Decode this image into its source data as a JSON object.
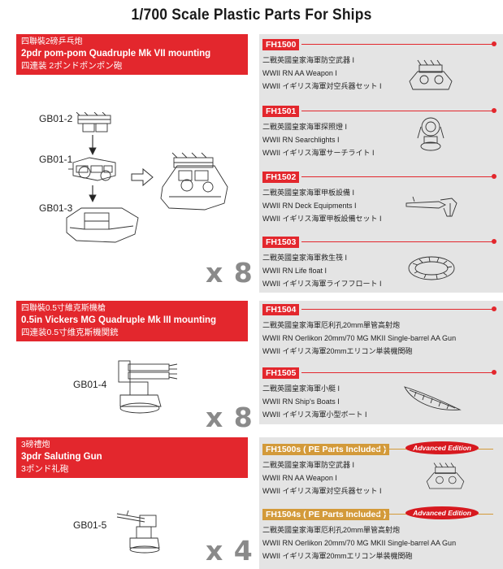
{
  "page": {
    "title": "1/700 Scale Plastic Parts For Ships"
  },
  "left_sections": [
    {
      "line1": "四聯裝2磅乒乓炮",
      "line2": "2pdr pom-pom Quadruple Mk VII mounting",
      "line3": "四連装 2ポンドポンポン砲",
      "parts": [
        "GB01-2",
        "GB01-1",
        "GB01-3"
      ],
      "multiplier": "x 8"
    },
    {
      "line1": "四聯裝0.5寸維克斯機槍",
      "line2": "0.5in Vickers MG Quadruple Mk III mounting",
      "line3": "四連装0.5寸维克斯機関銃",
      "parts": [
        "GB01-4"
      ],
      "multiplier": "x 8"
    },
    {
      "line1": "3磅禮炮",
      "line2": "3pdr Saluting Gun",
      "line3": "3ポンド礼砲",
      "parts": [
        "GB01-5"
      ],
      "multiplier": "x 4"
    }
  ],
  "products": [
    {
      "code": "FH1500",
      "cn": "二戰英國皇家海軍防空武器 I",
      "en": "WWII RN AA Weapon I",
      "jp": "WWII イギリス海軍対空兵器セット I",
      "icon": "aa-weapon-thumbnail"
    },
    {
      "code": "FH1501",
      "cn": "二戰英國皇家海軍探照燈 I",
      "en": "WWII RN Searchlights I",
      "jp": "WWII イギリス海軍サーチライト I",
      "icon": "searchlight-thumbnail"
    },
    {
      "code": "FH1502",
      "cn": "二戰英國皇家海軍甲板設備 I",
      "en": "WWII RN Deck Equipments I",
      "jp": "WWII イギリス海軍甲板設備セット I",
      "icon": "deck-equipment-thumbnail"
    },
    {
      "code": "FH1503",
      "cn": "二戰英國皇家海軍救生筏 I",
      "en": "WWII RN Life float I",
      "jp": "WWII イギリス海軍ライフフロート I",
      "icon": "life-float-thumbnail"
    },
    {
      "code": "FH1504",
      "cn": "二戰英國皇家海軍厄利孔20mm單管高射炮",
      "en": "WWII RN Oerlikon 20mm/70 MG MKII Single-barrel AA Gun",
      "jp": "WWII イギリス海軍20mmエリコン単装機関砲",
      "icon": ""
    },
    {
      "code": "FH1505",
      "cn": "二戰英國皇家海軍小艇 I",
      "en": "WWII RN Ship's Boats I",
      "jp": "WWII イギリス海軍小型ボート I",
      "icon": "ships-boat-thumbnail"
    },
    {
      "code": "FH1500s ( PE Parts Included )",
      "badge": "Advanced Edition",
      "cn": "二戰英國皇家海軍防空武器 I",
      "en": "WWII RN AA Weapon I",
      "jp": "WWII イギリス海軍対空兵器セット I",
      "icon": "aa-weapon-thumbnail"
    },
    {
      "code": "FH1504s ( PE Parts Included )",
      "badge": "Advanced Edition",
      "cn": "二戰英國皇家海軍厄利孔20mm單管高射炮",
      "en": "WWII RN Oerlikon 20mm/70 MG MKII Single-barrel AA Gun",
      "jp": "WWII イギリス海軍20mmエリコン単装機関砲",
      "icon": ""
    }
  ],
  "colors": {
    "accent_red": "#e3272d",
    "accent_gold": "#d39a3a",
    "panel_grey": "#e4e4e4",
    "multiplier_grey": "#8a8a8a"
  }
}
